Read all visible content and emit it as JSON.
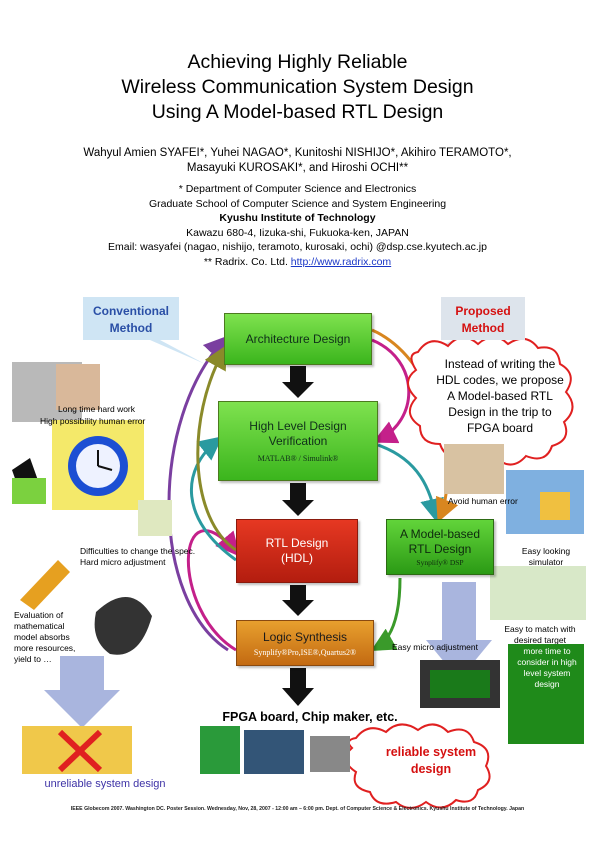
{
  "title": {
    "line1": "Achieving Highly Reliable",
    "line2": "Wireless Communication System Design",
    "line3": "Using A Model-based RTL Design"
  },
  "authors": {
    "line1": "Wahyul Amien SYAFEI*, Yuhei NAGAO*, Kunitoshi NISHIJO*, Akihiro TERAMOTO*,",
    "line2": "Masayuki KUROSAKI*, and Hiroshi OCHI**"
  },
  "affiliation": {
    "dept": "* Department of Computer Science and Electronics",
    "school": "Graduate School of Computer Science and System Engineering",
    "institute": "Kyushu Institute of Technology",
    "address": "Kawazu 680-4, Iizuka-shi, Fukuoka-ken, JAPAN",
    "email": "Email: wasyafei (nagao, nishijo, teramoto, kurosaki, ochi) @dsp.cse.kyutech.ac.jp",
    "company": "** Radrix. Co. Ltd.",
    "url": "http://www.radrix.com"
  },
  "methods": {
    "conventional_1": "Conventional",
    "conventional_2": "Method",
    "proposed_1": "Proposed",
    "proposed_2": "Method"
  },
  "flow": {
    "architecture": "Architecture Design",
    "hlv_1": "High Level Design",
    "hlv_2": "Verification",
    "hlv_sub": "MATLAB® / Simulink®",
    "rtl_1": "RTL Design",
    "rtl_2": "(HDL)",
    "logic": "Logic Synthesis",
    "logic_sub": "Synplify®Pro,ISE®,Quartus2®",
    "model_1": "A Model-based",
    "model_2": "RTL Design",
    "model_sub": "Synplify® DSP",
    "fpga": "FPGA board, Chip maker, etc."
  },
  "burst": {
    "line1": "Instead of writing the",
    "line2": "HDL codes, we propose",
    "line3": "A Model-based RTL",
    "line4": "Design in the trip to",
    "line5": "FPGA board"
  },
  "left_notes": {
    "hard_work": "Long time hard work",
    "human_error": "High possibility human error",
    "difficult_1": "Difficulties to change the spec.",
    "difficult_2": "Hard micro adjustment",
    "eval_1": "Evaluation of",
    "eval_2": "mathematical",
    "eval_3": "model absorbs",
    "eval_4": "more resources,",
    "eval_5": "yield to …",
    "unreliable": "unreliable system design"
  },
  "right_notes": {
    "avoid": "Avoid human error",
    "easy_look_1": "Easy looking",
    "easy_look_2": "simulator",
    "easy_match_1": "Easy to match with",
    "easy_match_2": "desired target",
    "micro": "Easy micro adjustment",
    "more_time_1": "more time to",
    "more_time_2": "consider in high",
    "more_time_3": "level system",
    "more_time_4": "design",
    "reliable_1": "reliable system",
    "reliable_2": "design"
  },
  "footer": "IEEE Globecom 2007. Washington DC. Poster Session. Wednesday, Nov, 28, 2007 - 12:00 am – 6:00 pm. Dept. of Computer Science & Electronics. Kyushu Institute of Technology. Japan",
  "colors": {
    "conventional_text": "#2a4fa6",
    "proposed_text": "#d51010",
    "flow_green": "#3bb51d",
    "rtl_red": "#c42414",
    "logic_orange": "#d8861f",
    "arrow_purple": "#7a3fa0",
    "arrow_pink": "#c4208a",
    "arrow_teal": "#2a9aa0",
    "arrow_olive": "#8a8a2a"
  }
}
